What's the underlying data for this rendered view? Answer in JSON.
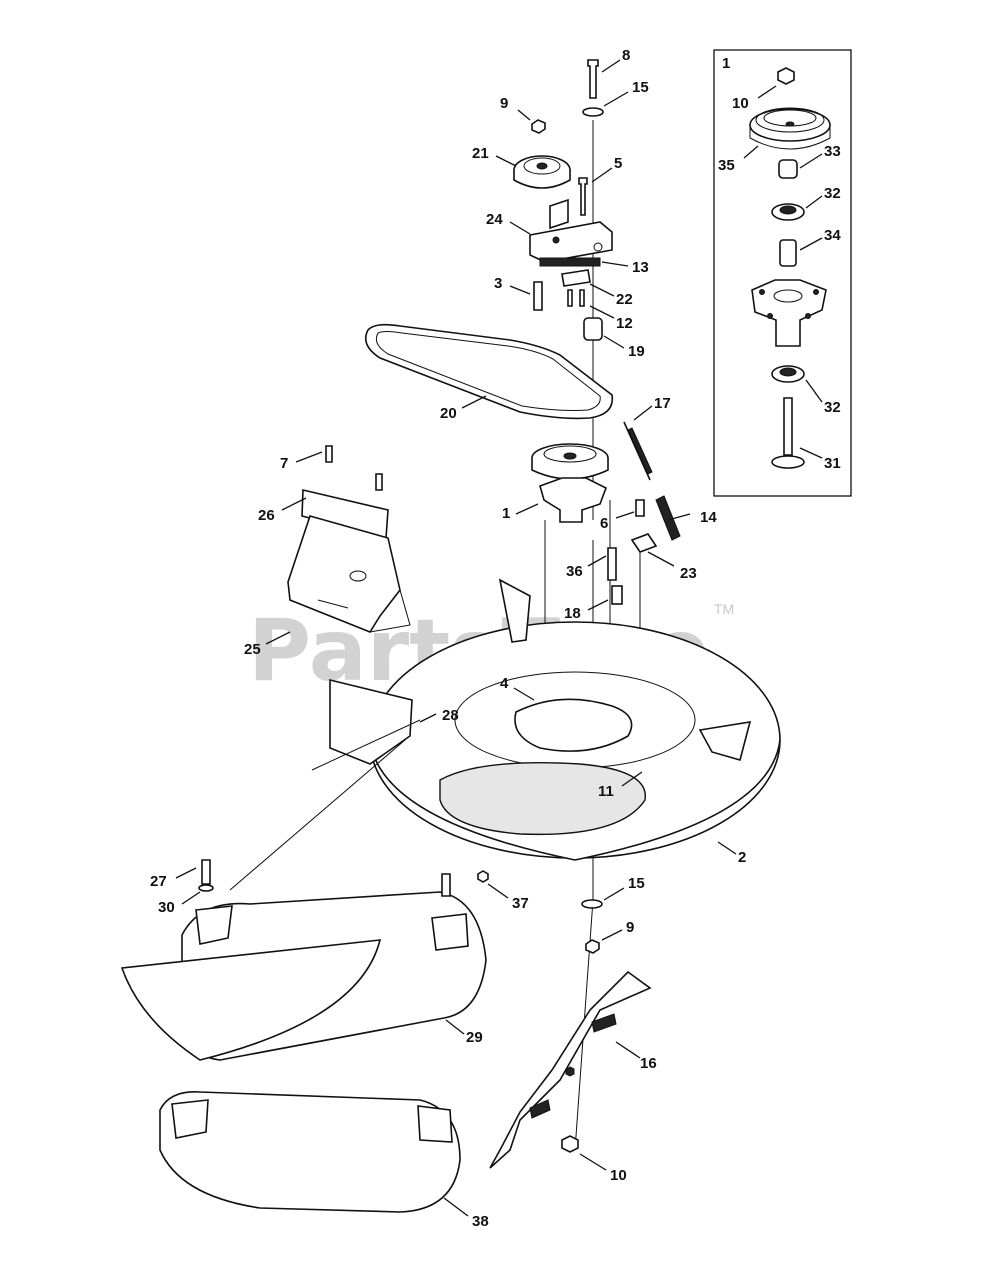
{
  "watermark": {
    "text": "PartsTree",
    "trademark": "TM"
  },
  "inset": {
    "title": "1",
    "callouts": [
      "10",
      "35",
      "33",
      "32",
      "34",
      "32",
      "31"
    ]
  },
  "callouts": [
    "8",
    "15",
    "9",
    "21",
    "5",
    "24",
    "13",
    "3",
    "22",
    "12",
    "19",
    "20",
    "17",
    "7",
    "26",
    "1",
    "6",
    "14",
    "36",
    "23",
    "18",
    "25",
    "4",
    "28",
    "11",
    "2",
    "27",
    "30",
    "37",
    "15",
    "9",
    "29",
    "16",
    "10",
    "38"
  ]
}
